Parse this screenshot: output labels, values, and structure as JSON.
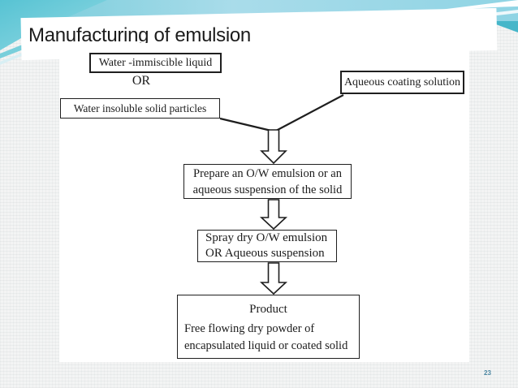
{
  "slide": {
    "title": "Manufacturing of emulsion",
    "page_number": "23"
  },
  "flowchart": {
    "inputs_or_label": "OR",
    "nodes": {
      "water_immiscible": {
        "label": "Water -immiscible liquid"
      },
      "water_insoluble": {
        "label": "Water insoluble solid particles"
      },
      "aqueous_coating": {
        "label": "Aqueous coating solution"
      },
      "prepare": {
        "line1": "Prepare an O/W emulsion or an",
        "line2": "aqueous suspension of the solid"
      },
      "spray_dry": {
        "line1": "Spray dry O/W emulsion",
        "line2": "OR Aqueous suspension"
      },
      "product": {
        "heading": "Product",
        "line1": "Free flowing dry powder of",
        "line2": "encapsulated liquid or coated solid"
      }
    },
    "connections": [
      "Water -immiscible liquid OR Water insoluble solid particles -> Prepare an O/W emulsion or an aqueous suspension of the solid",
      "Aqueous coating solution -> Prepare an O/W emulsion or an aqueous suspension of the solid",
      "Prepare an O/W emulsion or an aqueous suspension of the solid -> Spray dry O/W emulsion OR Aqueous suspension",
      "Spray dry O/W emulsion OR Aqueous suspension -> Product: Free flowing dry powder of encapsulated liquid or coated solid"
    ]
  },
  "colors": {
    "band_teal_left": "#6cc9d7",
    "band_teal_mid": "#a9dcea",
    "band_teal_right": "#8fd4e4",
    "corner_teal": "#57c3d3",
    "accent_teal_dark": "#46b6c9",
    "ink": "#1f1f1f",
    "page_number_blue": "#4b87a2"
  }
}
